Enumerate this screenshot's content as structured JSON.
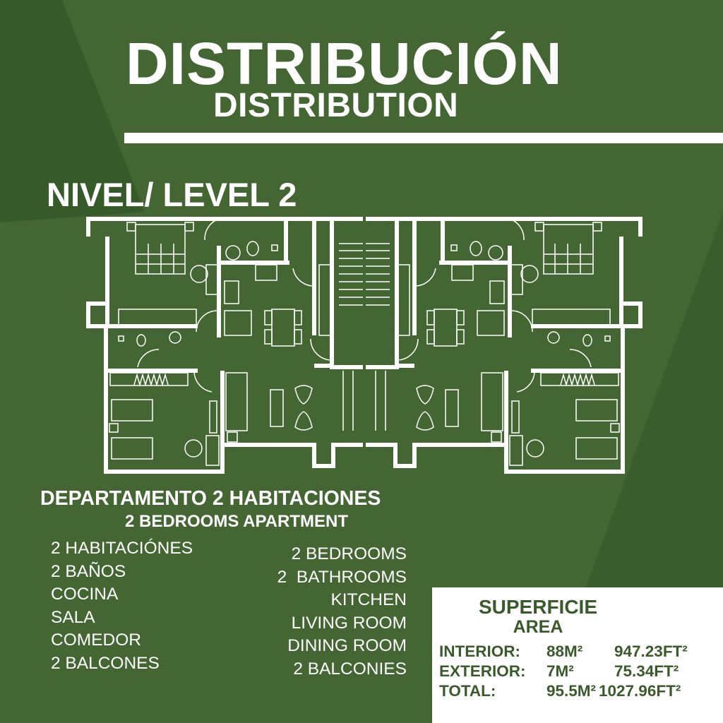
{
  "header": {
    "title": "DISTRIBUCIÓN",
    "subtitle": "DISTRIBUTION"
  },
  "level": "NIVEL/ LEVEL 2",
  "apartment": {
    "title_es": "DEPARTAMENTO 2 HABITACIONES",
    "title_en": "2 BEDROOMS APARTMENT"
  },
  "features_es": [
    "2 HABITACIÓNES",
    "2 BAÑOS",
    "COCINA",
    "SALA",
    "COMEDOR",
    "2 BALCONES"
  ],
  "features_en": [
    "2 BEDROOMS",
    "2  BATHROOMS",
    "KITCHEN",
    "LIVING ROOM",
    "DINING ROOM",
    "2 BALCONIES"
  ],
  "area": {
    "title_es": "SUPERFICIE",
    "title_en": "AREA",
    "rows": [
      {
        "label": "INTERIOR:",
        "m2": "88M²",
        "ft2": "947.23FT²"
      },
      {
        "label": "EXTERIOR:",
        "m2": "7M²",
        "ft2": "75.34FT²"
      },
      {
        "label": "TOTAL:",
        "m2": "95.5M²",
        "ft2": "1027.96FT²"
      }
    ]
  },
  "colors": {
    "background": "#436632",
    "background_dark": "#375a2b",
    "text_dark": "#3b5a2c",
    "white": "#ffffff"
  }
}
